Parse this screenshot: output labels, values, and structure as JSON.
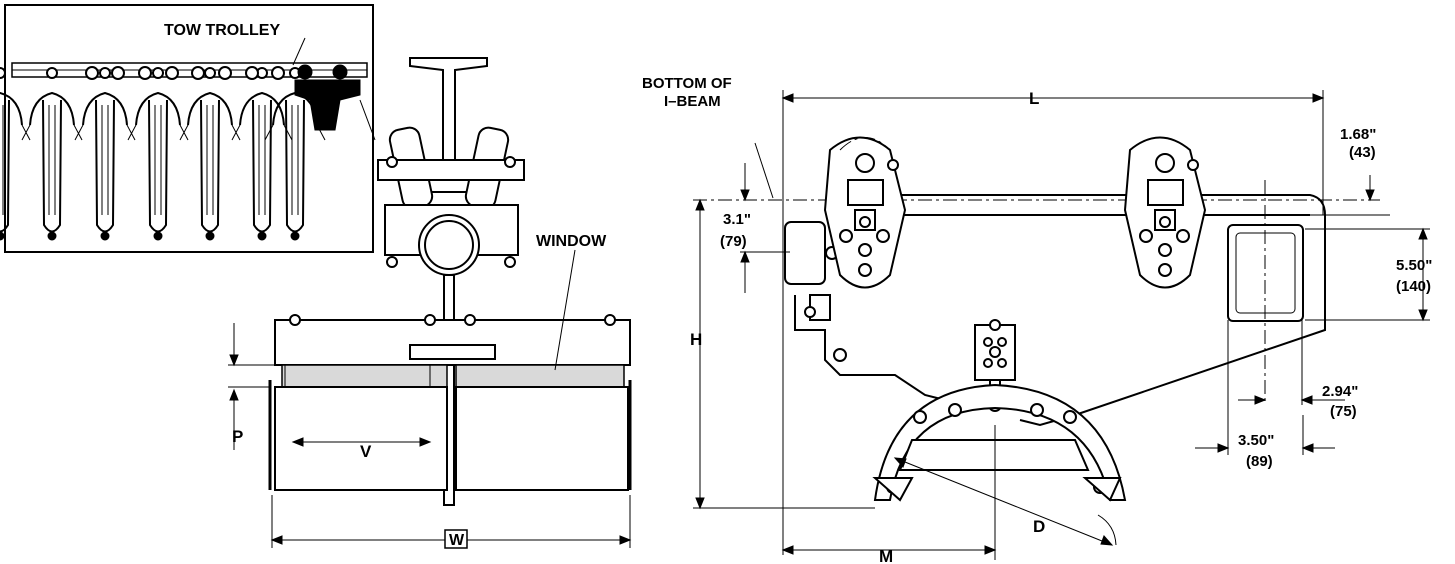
{
  "labels": {
    "tow_trolley": "TOW TROLLEY",
    "window": "WINDOW",
    "bottom_of_ibeam_line1": "BOTTOM OF",
    "bottom_of_ibeam_line2": "I–BEAM",
    "dim_L": "L",
    "dim_H": "H",
    "dim_M": "M",
    "dim_D": "D",
    "dim_P": "P",
    "dim_V": "V",
    "dim_W": "W",
    "dim_1_68_in": "1.68\"",
    "dim_1_68_mm": "(43)",
    "dim_3_1_in": "3.1\"",
    "dim_3_1_mm": "(79)",
    "dim_5_50_in": "5.50\"",
    "dim_5_50_mm": "(140)",
    "dim_2_94_in": "2.94\"",
    "dim_2_94_mm": "(75)",
    "dim_3_50_in": "3.50\"",
    "dim_3_50_mm": "(89)"
  }
}
